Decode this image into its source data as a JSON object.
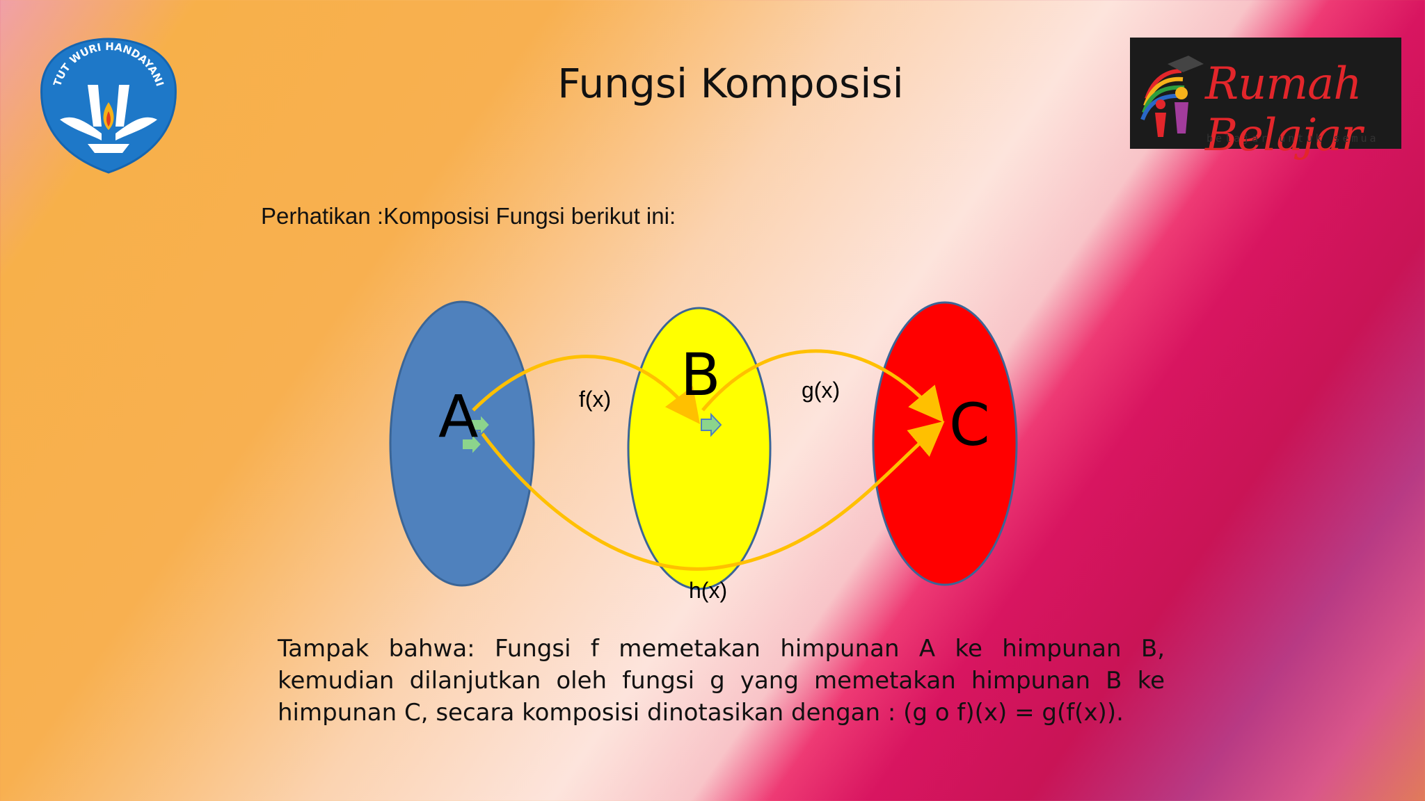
{
  "title": "Fungsi Komposisi",
  "intro": "Perhatikan :Komposisi Fungsi berikut ini:",
  "logos": {
    "left": {
      "text": "TUT WURI HANDAYANI"
    },
    "right": {
      "brand": "Rumah Belajar",
      "tagline": "belajar untuk semua"
    }
  },
  "diagram": {
    "sets": [
      {
        "label": "A",
        "color": "#4f81bd"
      },
      {
        "label": "B",
        "color": "#ffff00"
      },
      {
        "label": "C",
        "color": "#ff0000"
      }
    ],
    "functions": [
      {
        "label": "f(x)"
      },
      {
        "label": "g(x)"
      },
      {
        "label": "h(x)"
      }
    ],
    "arrow_color": "#ffc000"
  },
  "description": "Tampak bahwa: Fungsi f memetakan  himpunan A ke himpunan B, kemudian dilanjutkan oleh fungsi g yang memetakan himpunan B ke himpunan C, secara komposisi dinotasikan dengan : (g o f)(x) = g(f(x))."
}
